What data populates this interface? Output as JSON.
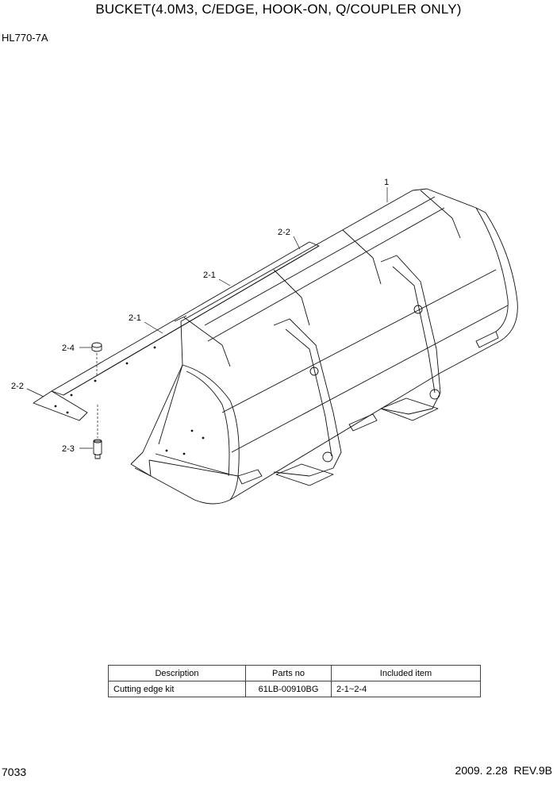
{
  "header": {
    "title": "BUCKET(4.0M3, C/EDGE, HOOK-ON, Q/COUPLER ONLY)",
    "model": "HL770-7A"
  },
  "callouts": [
    "1",
    "2-2",
    "2-1",
    "2-1",
    "2-4",
    "2-2",
    "2-3"
  ],
  "table": {
    "headers": [
      "Description",
      "Parts no",
      "Included item"
    ],
    "rows": [
      [
        "Cutting edge kit",
        "61LB-00910BG",
        "2-1~2-4"
      ]
    ]
  },
  "footer": {
    "page": "7033",
    "date_rev": "2009. 2.28  REV.9B"
  }
}
